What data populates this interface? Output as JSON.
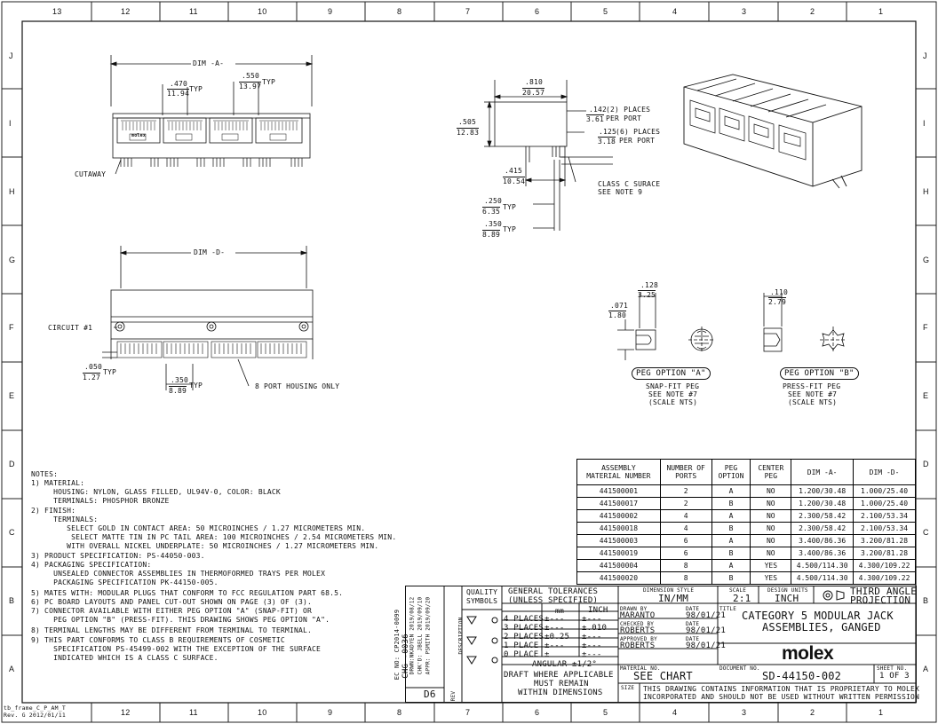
{
  "frame": {
    "top_cols": [
      "13",
      "12",
      "11",
      "10",
      "9",
      "8",
      "7",
      "6",
      "5",
      "4",
      "3",
      "2",
      "1"
    ],
    "bottom_cols": [
      "12",
      "11",
      "10",
      "9",
      "8",
      "7",
      "6",
      "5",
      "4",
      "3",
      "2",
      "1"
    ],
    "rows": [
      "J",
      "I",
      "H",
      "G",
      "F",
      "E",
      "D",
      "C",
      "B",
      "A"
    ],
    "frame_id": "tb_frame_C_P_AM_T",
    "frame_rev": "Rev. G  2012/01/11"
  },
  "top_view": {
    "dim_a": "DIM -A-",
    "pitch_470": ".470",
    "pitch_470_mm": "11.94",
    "pitch_550": ".550",
    "pitch_550_mm": "13.97",
    "typ": "TYP",
    "cutaway": "CUTAWAY",
    "brand": "molex"
  },
  "side_view": {
    "w_in": ".810",
    "w_mm": "20.57",
    "h_in": ".505",
    "h_mm": "12.83",
    "p142_in": ".142",
    "p142_txt": "(2) PLACES",
    "p142_mm": "3.61",
    "per_port": "PER PORT",
    "p125_in": ".125",
    "p125_txt": "(6) PLACES",
    "p125_mm": "3.18",
    "d415_in": ".415",
    "d415_mm": "10.54",
    "class_c_1": "CLASS C SURACE",
    "class_c_2": "SEE NOTE 9",
    "d250_in": ".250",
    "d250_mm": "6.35",
    "d350_in": ".350",
    "d350_mm": "8.89",
    "typ": "TYP"
  },
  "front_view": {
    "dim_d": "DIM -D-",
    "circuit": "CIRCUIT #1",
    "d050_in": ".050",
    "d050_mm": "1.27",
    "d350_in": ".350",
    "d350_mm": "8.89",
    "typ": "TYP",
    "housing": "8 PORT HOUSING ONLY"
  },
  "peg_a": {
    "d128_in": ".128",
    "d128_mm": "3.25",
    "d071_in": ".071",
    "d071_mm": "1.80",
    "label": "PEG OPTION \"A\"",
    "l1": "SNAP-FIT PEG",
    "l2": "SEE NOTE #7",
    "l3": "(SCALE NTS)"
  },
  "peg_b": {
    "d110_in": ".110",
    "d110_mm": "2.79",
    "label": "PEG OPTION \"B\"",
    "l1": "PRESS-FIT PEG",
    "l2": "SEE NOTE #7",
    "l3": "(SCALE NTS)"
  },
  "notes": {
    "title": "NOTES:",
    "lines": [
      "1) MATERIAL:",
      "     HOUSING: NYLON, GLASS FILLED, UL94V-0, COLOR: BLACK",
      "     TERMINALS: PHOSPHOR BRONZE",
      "2) FINISH:",
      "     TERMINALS:",
      "        SELECT GOLD IN CONTACT AREA: 50 MICROINCHES / 1.27 MICROMETERS MIN.",
      "         SELECT MATTE TIN IN PC TAIL AREA: 100 MICROINCHES / 2.54 MICROMETERS MIN.",
      "        WITH OVERALL NICKEL UNDERPLATE: 50 MICROINCHES / 1.27 MICROMETERS MIN.",
      "3) PRODUCT SPECIFICATION: PS-44050-003.",
      "4) PACKAGING SPECIFICATION:",
      "     UNSEALED CONNECTOR ASSEMBLIES IN THERMOFORMED TRAYS PER MOLEX",
      "     PACKAGING SPECIFICATION PK-44150-005.",
      "5) MATES WITH: MODULAR PLUGS THAT CONFORM TO FCC REGULATION PART 68.5.",
      "6) PC BOARD LAYOUTS AND PANEL CUT-OUT SHOWN ON PAGE (3) OF (3).",
      "7) CONNECTOR AVAILABLE WITH EITHER PEG OPTION \"A\" (SNAP-FIT) OR",
      "     PEG OPTION \"B\" (PRESS-FIT). THIS DRAWING SHOWS PEG OPTION \"A\".",
      "8) TERMINAL LENGTHS MAY BE DIFFERENT FROM TERMINAL TO TERMINAL.",
      "9) THIS PART CONFORMS TO CLASS B REQUIREMENTS OF COSMETIC",
      "     SPECIFICATION PS-45499-002 WITH THE EXCEPTION OF THE SURFACE",
      "     INDICATED WHICH IS A CLASS C SURFACE."
    ]
  },
  "table": {
    "headers": [
      "ASSEMBLY\nMATERIAL NUMBER",
      "NUMBER OF\nPORTS",
      "PEG\nOPTION",
      "CENTER\nPEG",
      "DIM -A-",
      "DIM -D-"
    ],
    "rows": [
      [
        "441500001",
        "2",
        "A",
        "NO",
        "1.200/30.48",
        "1.000/25.40"
      ],
      [
        "441500017",
        "2",
        "B",
        "NO",
        "1.200/30.48",
        "1.000/25.40"
      ],
      [
        "441500002",
        "4",
        "A",
        "NO",
        "2.300/58.42",
        "2.100/53.34"
      ],
      [
        "441500018",
        "4",
        "B",
        "NO",
        "2.300/58.42",
        "2.100/53.34"
      ],
      [
        "441500003",
        "6",
        "A",
        "NO",
        "3.400/86.36",
        "3.200/81.28"
      ],
      [
        "441500019",
        "6",
        "B",
        "NO",
        "3.400/86.36",
        "3.200/81.28"
      ],
      [
        "441500004",
        "8",
        "A",
        "YES",
        "4.500/114.30",
        "4.300/109.22"
      ],
      [
        "441500020",
        "8",
        "B",
        "YES",
        "4.500/114.30",
        "4.300/109.22"
      ]
    ]
  },
  "title_block": {
    "rev_col": [
      "CHG -0036",
      "EC NO: CP2014-0099",
      "DRWN:NKADYEN   2019/08/12",
      "CHK'D: JBELL   2019/09/10",
      "APPR: PSMITH   2019/09/20"
    ],
    "rev_letter": "D6",
    "rev_label": "REV",
    "description": "DESCRIPTION",
    "quality": "QUALITY",
    "symbols": "SYMBOLS",
    "gen_tol": "GENERAL TOLERANCES",
    "unless": "(UNLESS SPECIFIED)",
    "mm": "mm",
    "inch": "INCH",
    "tol_rows": [
      [
        "4 PLACES",
        "±---",
        "±---"
      ],
      [
        "3 PLACES",
        "±---",
        "±.010"
      ],
      [
        "2 PLACES",
        "±0.25",
        "±---"
      ],
      [
        "1 PLACE",
        "±---",
        "±---"
      ],
      [
        "0 PLACE",
        "±",
        "±---"
      ]
    ],
    "angular": "ANGULAR ±1/2°",
    "draft1": "DRAFT WHERE APPLICABLE",
    "draft2": "MUST REMAIN",
    "draft3": "WITHIN DIMENSIONS",
    "dim_style_label": "DIMENSION STYLE",
    "dim_style": "IN/MM",
    "scale_label": "SCALE",
    "scale": "2:1",
    "design_units_label": "DESIGN UNITS",
    "design_units": "INCH",
    "third_angle_1": "THIRD ANGLE",
    "third_angle_2": "PROJECTION",
    "drawn_by_label": "DRAWN BY",
    "drawn_by": "MARANTO",
    "checked_label": "CHECKED BY",
    "checked": "ROBERTS",
    "approved_label": "APPROVED BY",
    "approved": "ROBERTS",
    "date_label": "DATE",
    "date1": "98/01/21",
    "date2": "98/01/21",
    "date3": "98/01/21",
    "title_label": "TITLE",
    "title1": "CATEGORY 5 MODULAR JACK",
    "title2": "ASSEMBLIES, GANGED",
    "material_label": "MATERIAL NO.",
    "material": "SEE CHART",
    "doc_label": "DOCUMENT NO.",
    "doc": "SD-44150-002",
    "sheet_label": "SHEET NO.",
    "sheet": "1 OF 3",
    "brand": "molex",
    "size_label": "SIZE",
    "prop1": "THIS DRAWING CONTAINS INFORMATION THAT IS PROPRIETARY TO MOLEX",
    "prop2": "INCORPORATED AND SHOULD NOT BE USED WITHOUT WRITTEN PERMISSION"
  }
}
